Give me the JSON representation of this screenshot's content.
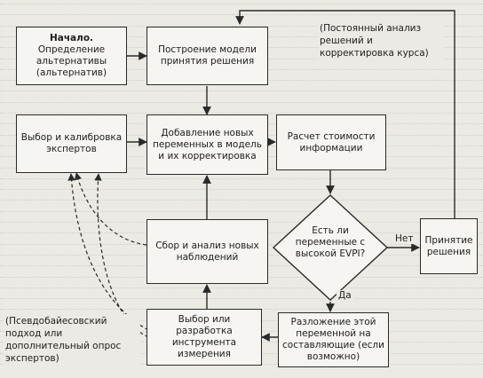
{
  "boxes": {
    "start_title": "Начало.",
    "start_body": "Определение альтернативы (альтернатив)",
    "model": "Построение модели принятия решения",
    "experts": "Выбор и калибровка экспертов",
    "add_vars": "Добавление новых переменных в модель и их корректировка",
    "info_cost": "Расчет стоимости информации",
    "collect": "Сбор и анализ новых наблюдений",
    "instrument": "Выбор или разработка инструмента измерения",
    "decompose": "Разложение этой переменной на составляющие (если возможно)",
    "decision": "Принятие решения"
  },
  "decision_diamond": "Есть ли переменные с высокой EVPI?",
  "labels": {
    "yes": "Да",
    "no": "Нет"
  },
  "notes": {
    "continuous": "(Постоянный анализ решений и корректировка курса)",
    "pseudo_bayes": "(Псевдобайесовский подход или дополнительный опрос экспертов)"
  }
}
